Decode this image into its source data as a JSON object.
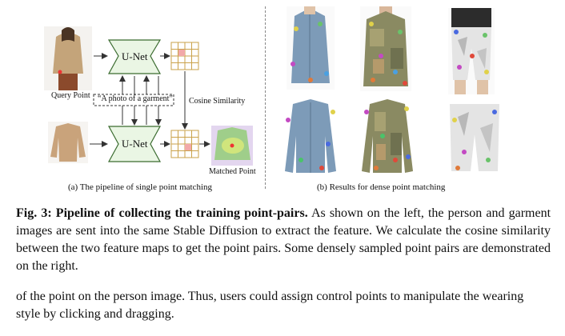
{
  "left_panel": {
    "unet_top": "U-Net",
    "unet_bottom": "U-Net",
    "prompt": "“A photo of a garment”",
    "query_point": "Query Point",
    "cosine": "Cosine Similarity",
    "matched_point": "Matched Point",
    "sublabel": "(a) The pipeline of single point matching"
  },
  "right_panel": {
    "sublabel": "(b) Results for dense point matching"
  },
  "caption": {
    "fig_label": "Fig. 3:",
    "fig_title": "Pipeline of collecting the training point-pairs.",
    "text": "As shown on the left, the person and garment images are sent into the same Stable Diffusion to extract the feature. We calculate the cosine similarity between the two feature maps to get the point pairs. Some densely sampled point pairs are demonstrated on the right."
  },
  "body_text": "of the point on the person image. Thus, users could assign control points to manipulate the wearing style by clicking and dragging.",
  "colors": {
    "unet_fill": "#eaf6e4",
    "unet_stroke": "#3a6b2f",
    "grid_highlight": "#f2a9a9",
    "denim": "#7d9bb8",
    "camo": "#8a8a62",
    "white_pants": "#e4e4e4"
  }
}
